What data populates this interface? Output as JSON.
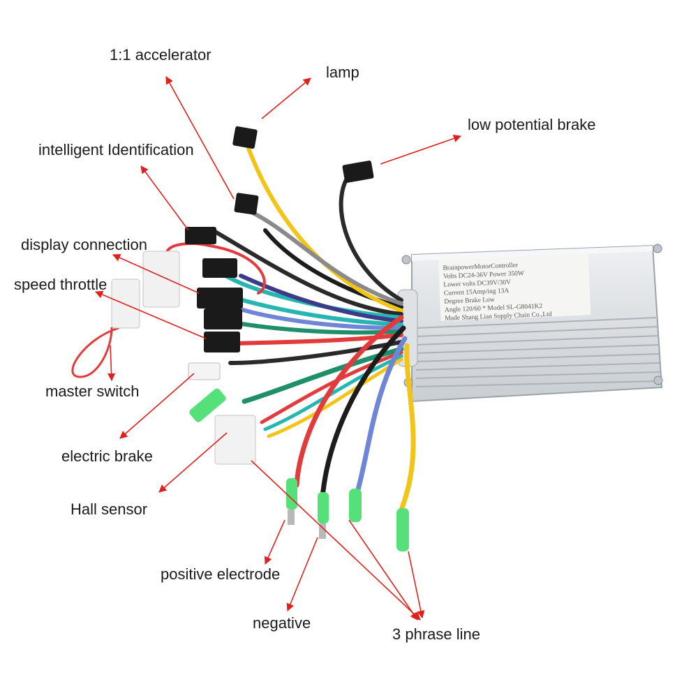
{
  "controller": {
    "label_lines": [
      "BrainpowerMotorController",
      "Volts DC24-36V    Power 350W",
      "Lower volts DC39V/30V",
      "Current 15Amp/ing 13A",
      "Degree Brake Low",
      "Angle 120/60 * Model SL-G8041K2",
      "Made Shang Lian Supply Chain Co.,Ltd"
    ],
    "body_color": "#d9dde1"
  },
  "callouts": {
    "accelerator": "1:1 accelerator",
    "lamp": "lamp",
    "low_brake": "low potential brake",
    "intelligent": "intelligent Identification",
    "display": "display connection",
    "throttle": "speed throttle",
    "master": "master switch",
    "electric_brake": "electric brake",
    "hall": "Hall sensor",
    "positive": "positive electrode",
    "negative": "negative",
    "phase": "3 phrase line"
  },
  "colors": {
    "arrow": "#e0201c",
    "wire_red": "#e23b3b",
    "wire_black": "#1c1c1c",
    "wire_blue": "#6f86d6",
    "wire_yellow": "#f2c418",
    "wire_green": "#1f8f6a",
    "wire_cyan": "#26b5b0",
    "connector_green": "#55e07a"
  }
}
